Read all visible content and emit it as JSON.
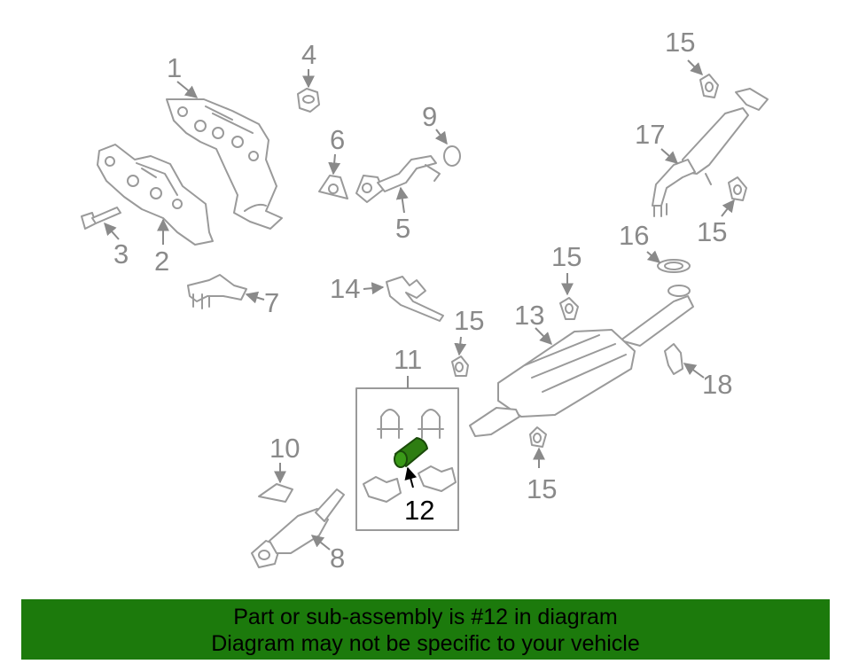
{
  "diagram": {
    "labels": {
      "p1": "1",
      "p2": "2",
      "p3": "3",
      "p4": "4",
      "p5": "5",
      "p6": "6",
      "p7": "7",
      "p8": "8",
      "p9": "9",
      "p10": "10",
      "p11": "11",
      "p12": "12",
      "p13": "13",
      "p14": "14",
      "p15a": "15",
      "p15b": "15",
      "p15c": "15",
      "p15d": "15",
      "p15e": "15",
      "p16": "16",
      "p17": "17",
      "p18": "18"
    },
    "highlight_part": "12",
    "colors": {
      "part_stroke": "#9a9a9a",
      "highlight_fill": "#2e7d12",
      "banner_bg": "#1c7a0c"
    }
  },
  "banner": {
    "line1": "Part or sub-assembly is #12 in diagram",
    "line2": "Diagram may not be specific to your vehicle"
  }
}
